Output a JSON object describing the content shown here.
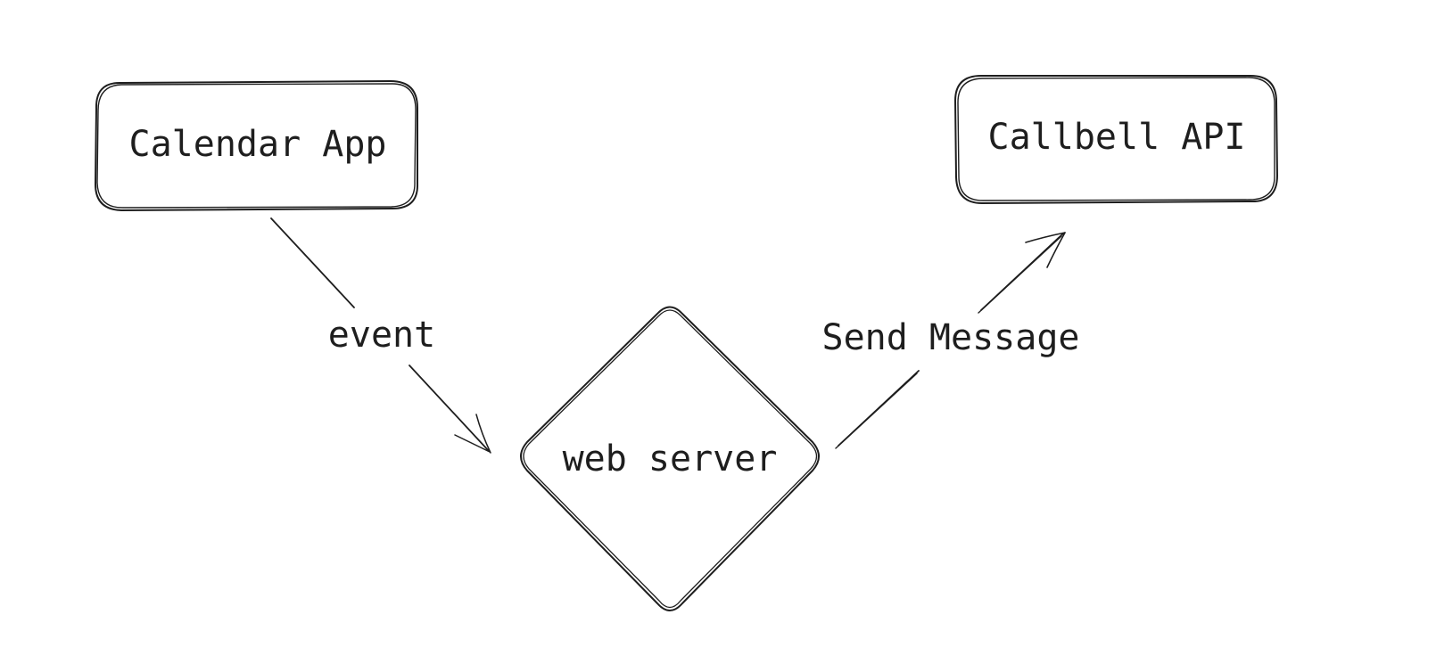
{
  "diagram": {
    "nodes": {
      "calendar_app": {
        "label": "Calendar App",
        "shape": "rounded-rectangle"
      },
      "web_server": {
        "label": "web server",
        "shape": "diamond"
      },
      "callbell_api": {
        "label": "Callbell API",
        "shape": "rounded-rectangle"
      }
    },
    "edges": {
      "event": {
        "label": "event",
        "from": "Calendar App",
        "to": "web server"
      },
      "send_message": {
        "label": "Send Message",
        "from": "web server",
        "to": "Callbell API"
      }
    },
    "colors": {
      "stroke": "#1e1e1e",
      "background": "#ffffff"
    }
  }
}
